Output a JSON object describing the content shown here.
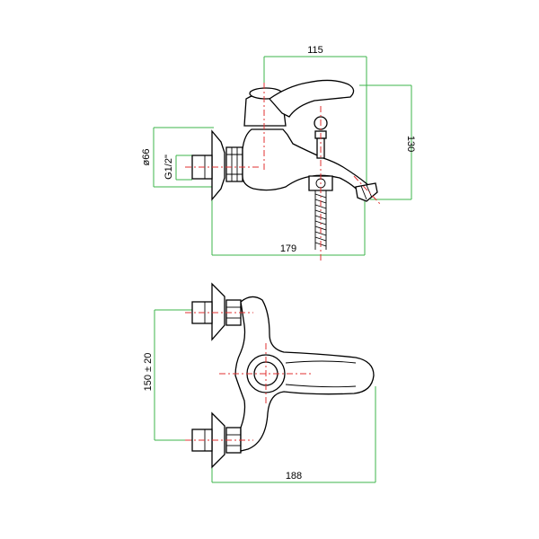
{
  "colors": {
    "dimension_line": "#3cb44b",
    "center_line": "#e03030",
    "outline": "#000000"
  },
  "side_view": {
    "dim_top": "115",
    "dim_height": "130",
    "dim_width": "179",
    "dim_diameter": "ø66",
    "dim_thread": "G1/2\""
  },
  "top_view": {
    "dim_center_distance": "150 ± 20",
    "dim_width": "188"
  }
}
